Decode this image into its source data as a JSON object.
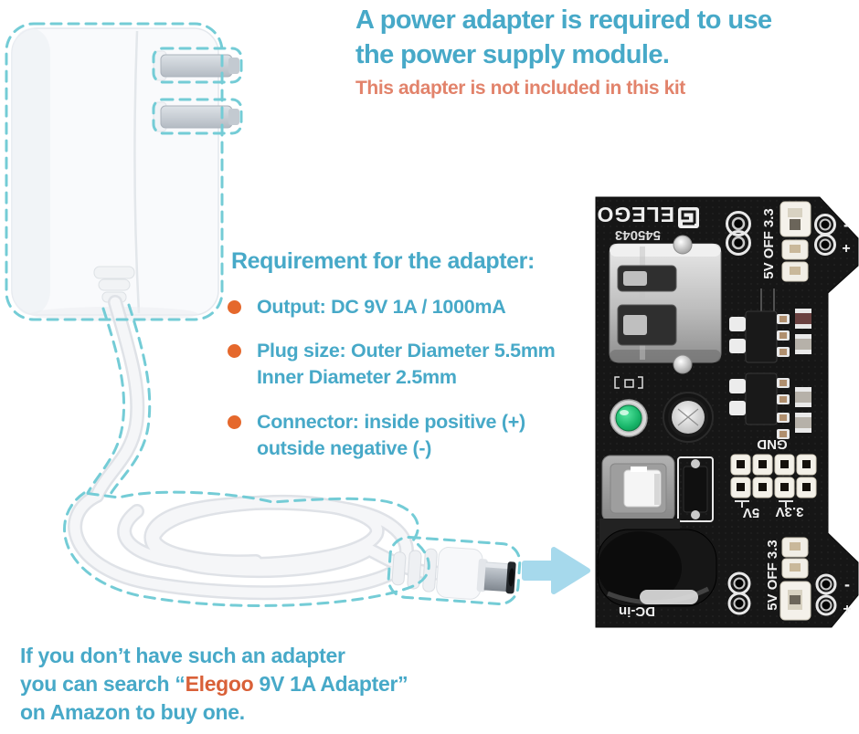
{
  "colors": {
    "teal_text": "#47a9c8",
    "orange_note": "#e2836b",
    "bullet_orange": "#e5682c",
    "brand_orange": "#d96038",
    "dashed_outline": "#74ccd6",
    "arrow_blue": "#a6d9ec",
    "pcb_black": "#161616",
    "led_green": "#14a65c"
  },
  "header": {
    "line1": "A power adapter is required to use",
    "line2": "the power supply module.",
    "note": "This adapter is not included in this kit"
  },
  "requirements": {
    "heading": "Requirement for the adapter:",
    "items": [
      {
        "lines": [
          "Output: DC 9V 1A / 1000mA"
        ]
      },
      {
        "lines": [
          "Plug size: Outer Diameter 5.5mm",
          "Inner Diameter 2.5mm"
        ]
      },
      {
        "lines": [
          "Connector: inside positive (+)",
          "outside negative (-)"
        ]
      }
    ]
  },
  "footer": {
    "line1": "If you don’t have such an adapter",
    "line2_prefix": "you can search “",
    "line2_brand": "Elegoo",
    "line2_suffix": " 9V 1A Adapter”",
    "line3": "on Amazon to buy one."
  },
  "module": {
    "brand": "ELEGO",
    "serial": "545043",
    "labels": {
      "jumper_top": "5V OFF 3.3",
      "jumper_bottom": "5V OFF 3.3",
      "gnd": "GND",
      "v5": "5V",
      "v33": "3.3V",
      "dcin": "DC-in",
      "minus_top": "-",
      "plus_top": "+",
      "minus_bottom": "-",
      "plus_bottom": "+"
    }
  }
}
